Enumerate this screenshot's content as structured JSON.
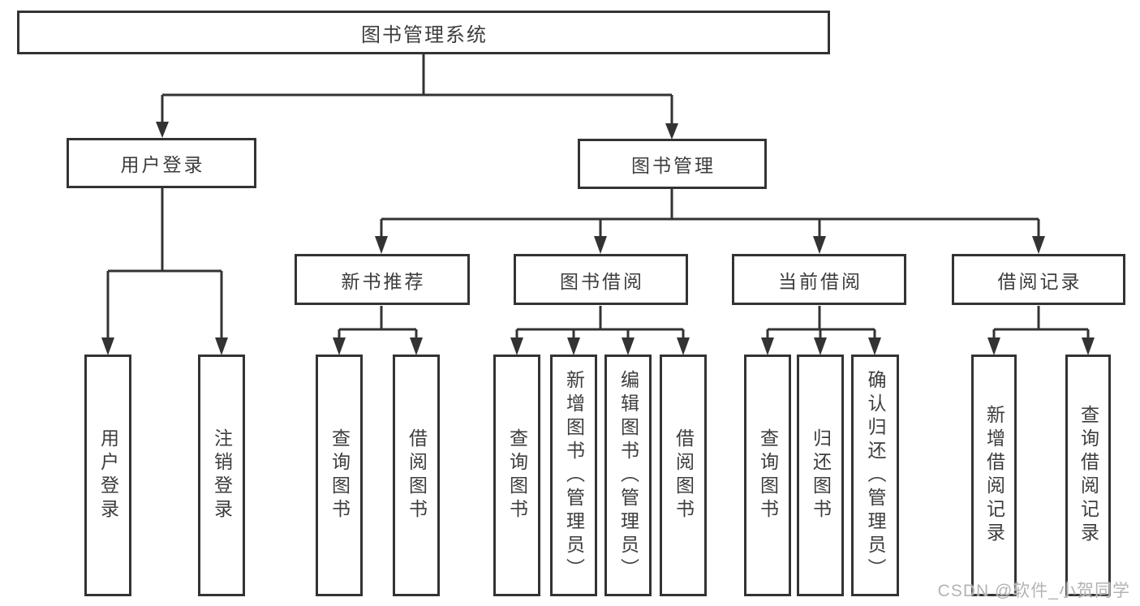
{
  "diagram": {
    "title": "图书管理系统",
    "level2": [
      {
        "label": "用户登录"
      },
      {
        "label": "图书管理"
      }
    ],
    "level3": [
      {
        "label": "新书推荐"
      },
      {
        "label": "图书借阅"
      },
      {
        "label": "当前借阅"
      },
      {
        "label": "借阅记录"
      }
    ],
    "leaves": [
      {
        "label": "用户登录",
        "parent": "用户登录"
      },
      {
        "label": "注销登录",
        "parent": "用户登录"
      },
      {
        "label": "查询图书",
        "parent": "新书推荐"
      },
      {
        "label": "借阅图书",
        "parent": "新书推荐"
      },
      {
        "label": "查询图书",
        "parent": "图书借阅"
      },
      {
        "label": "新增图书（管理员）",
        "parent": "图书借阅"
      },
      {
        "label": "编辑图书（管理员）",
        "parent": "图书借阅"
      },
      {
        "label": "借阅图书",
        "parent": "图书借阅"
      },
      {
        "label": "查询图书",
        "parent": "当前借阅"
      },
      {
        "label": "归还图书",
        "parent": "当前借阅"
      },
      {
        "label": "确认归还（管理员）",
        "parent": "当前借阅"
      },
      {
        "label": "新增借阅记录",
        "parent": "借阅记录"
      },
      {
        "label": "查询借阅记录",
        "parent": "借阅记录"
      }
    ],
    "watermark": "CSDN @软件_小贺同学",
    "colors": {
      "line": "#333333",
      "text": "#3d3d3d",
      "background": "#ffffff",
      "watermark": "#b3b3b3"
    }
  }
}
